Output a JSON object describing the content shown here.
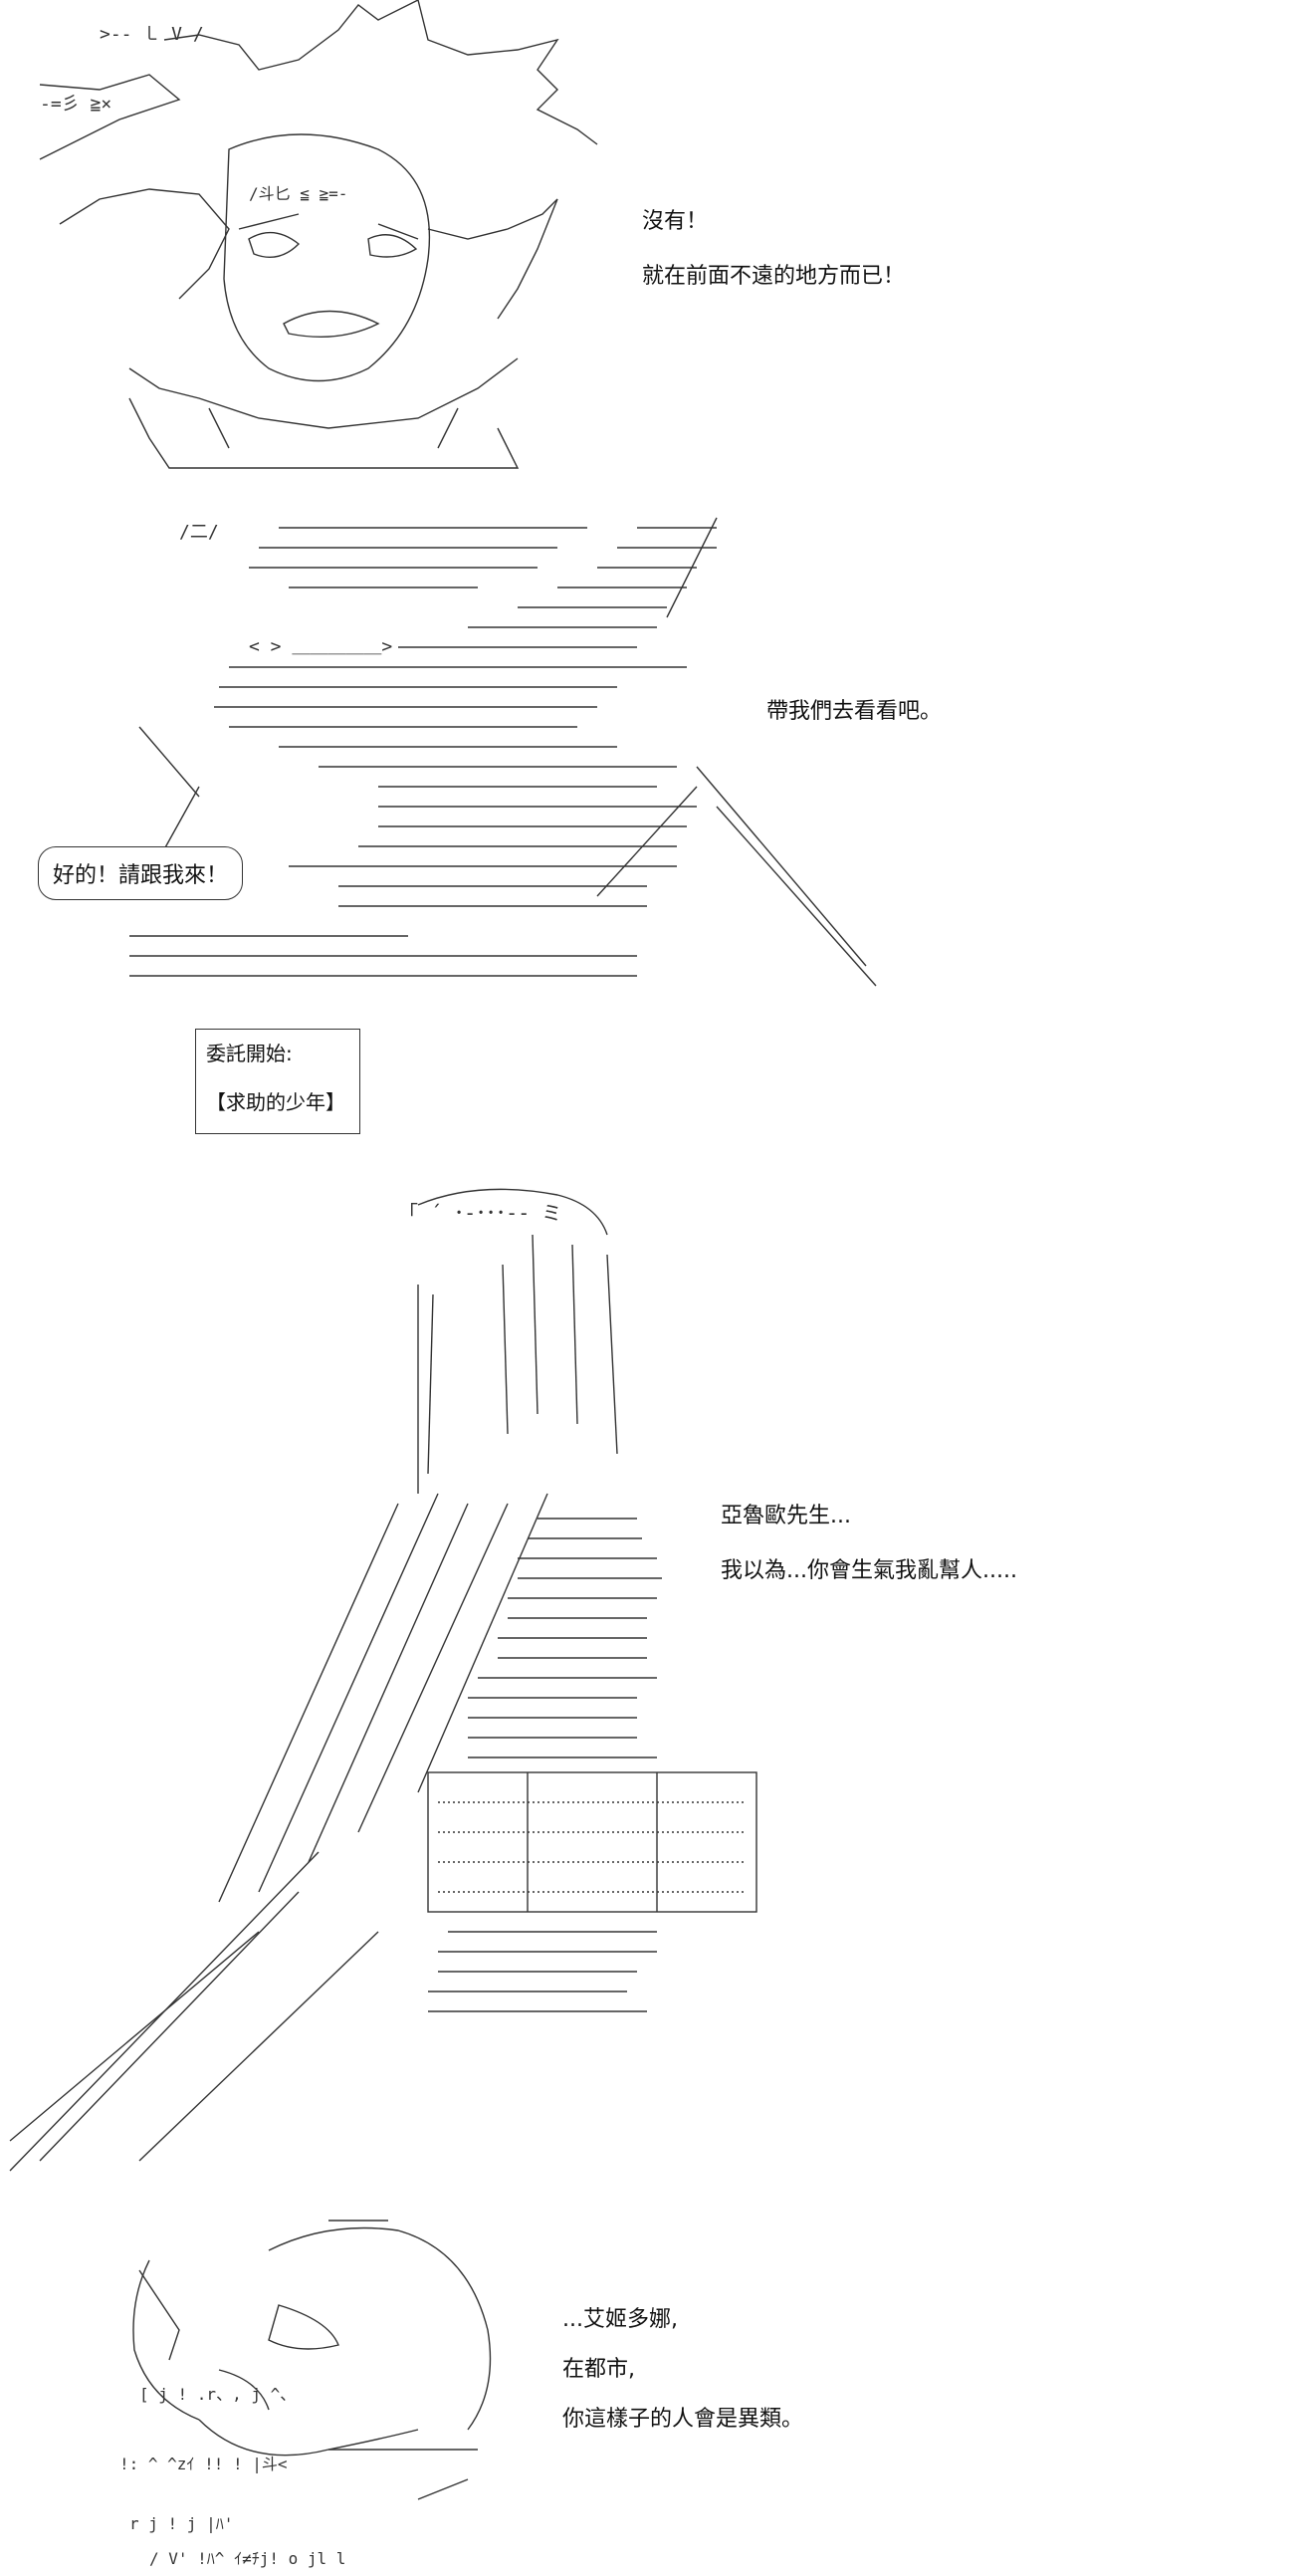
{
  "panel1": {
    "lines": [
      "沒有！",
      "就在前面不遠的地方而已！"
    ]
  },
  "panel2": {
    "right_line": "帶我們去看看吧。",
    "bubble": "好的！請跟我來！"
  },
  "quest": {
    "start_label": "委託開始:",
    "title": "【求助的少年】"
  },
  "panel3": {
    "lines": [
      "亞魯歐先生...",
      "我以為...你會生氣我亂幫人....."
    ]
  },
  "panel4": {
    "lines": [
      "...艾姬多娜,",
      "在都市,",
      "你這樣子的人會是異類。"
    ]
  }
}
